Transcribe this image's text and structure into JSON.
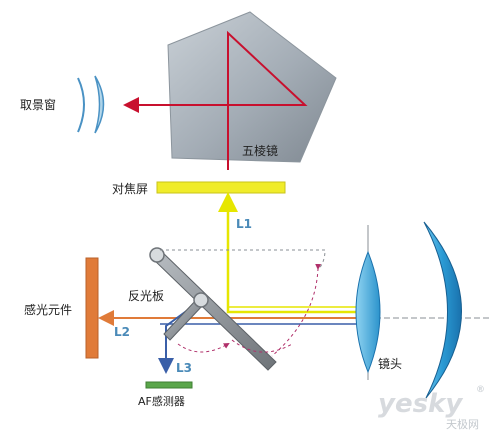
{
  "labels": {
    "viewfinder": "取景窗",
    "pentaprism": "五棱镜",
    "focusing_screen": "对焦屏",
    "reflex_mirror": "反光板",
    "image_sensor": "感光元件",
    "lens": "镜头",
    "af_sensor": "AF感测器"
  },
  "beams": {
    "l1": "L1",
    "l2": "L2",
    "l3": "L3"
  },
  "watermark": {
    "brand": "yesky",
    "sub": "天极网",
    "mark": "®"
  },
  "colors": {
    "red_ray": "#c8102e",
    "yellow_ray": "#e6e600",
    "orange_ray": "#e07b39",
    "blue_ray": "#3a5fa8",
    "beam_label_blue": "#4a8ab8",
    "sensor_orange": "#e07b39",
    "screen_yellow": "#f0ec2a",
    "af_green": "#5aa64a",
    "lens_blue": "#3aa4d8",
    "mirror_gray": "#8a8f94",
    "prism_gray": "#9ea7b0"
  }
}
